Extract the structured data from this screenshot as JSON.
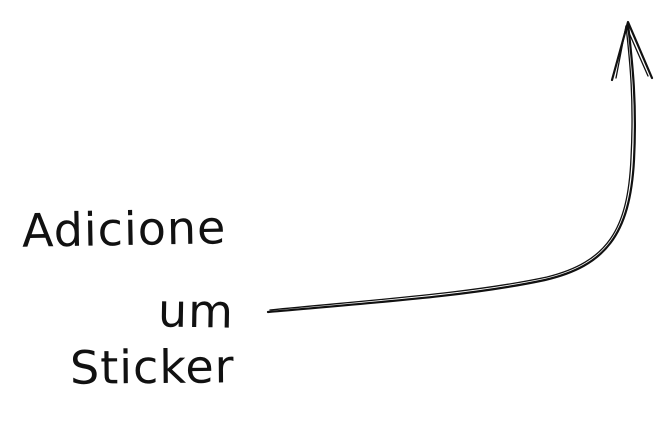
{
  "hint": {
    "lines": [
      "Adicione",
      "um",
      "Sticker"
    ]
  },
  "colors": {
    "background": "#ffffff",
    "ink": "#111111"
  },
  "icons": {
    "arrow": "curved-up-arrow-icon"
  }
}
